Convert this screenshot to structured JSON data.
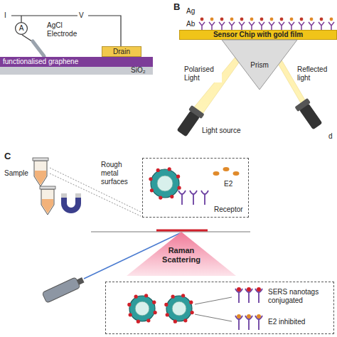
{
  "diagram": {
    "nodes": [
      {
        "text": [
          "A"
        ]
      },
      {
        "text": [
          "Drain"
        ]
      },
      {
        "text": [
          "functionalised graphene"
        ]
      },
      {
        "text": [
          "Sensor Chip with gold film"
        ]
      },
      {
        "text": [
          "Prism"
        ]
      },
      {
        "text": [
          "E2",
          "Receptor"
        ]
      },
      {
        "text": [
          "Raman Scattering"
        ]
      },
      {
        "text": [
          "SERS nanotags conjugated",
          "E2 inhibited"
        ]
      }
    ],
    "labels": [
      "I",
      "V",
      "AgCl Electrode",
      "SiO₂",
      "B",
      "Ag",
      "Ab",
      "Polarised Light",
      "Reflected light",
      "Light source",
      "d",
      "C",
      "Sample",
      "Rough metal surfaces"
    ]
  }
}
